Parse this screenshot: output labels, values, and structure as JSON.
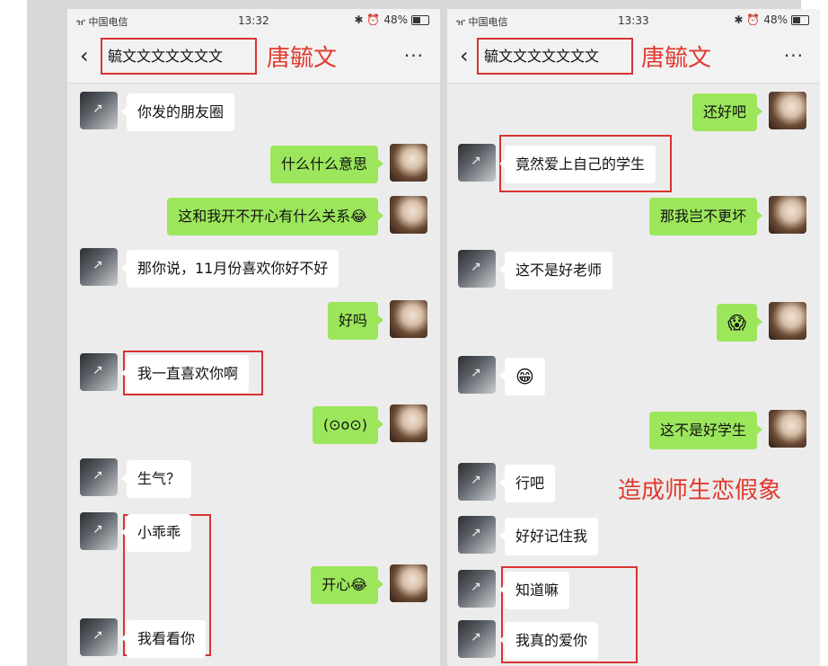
{
  "left": {
    "status": {
      "carrier": "ዠ 中国电信",
      "time": "13:32",
      "battery": "48%",
      "icons": "✱ ⏰"
    },
    "title": {
      "back": "‹",
      "contact_name": "毓文文文文文文文",
      "annotation": "唐毓文",
      "more": "···"
    },
    "messages": [
      {
        "side": "in",
        "text": "你发的朋友圈"
      },
      {
        "side": "out",
        "text": "什么什么意思"
      },
      {
        "side": "out",
        "text": "这和我开不开心有什么关系😂"
      },
      {
        "side": "in",
        "text": "那你说，11月份喜欢你好不好"
      },
      {
        "side": "out",
        "text": "好吗"
      },
      {
        "side": "in",
        "text": "我一直喜欢你啊"
      },
      {
        "side": "out",
        "text": "(⊙o⊙)"
      },
      {
        "side": "in",
        "text": "生气？"
      },
      {
        "side": "in",
        "text": "小乖乖"
      },
      {
        "side": "out",
        "text": "开心😂"
      },
      {
        "side": "in",
        "text": "我看看你"
      }
    ]
  },
  "right": {
    "status": {
      "carrier": "ዠ 中国电信",
      "time": "13:33",
      "battery": "48%",
      "icons": "✱ ⏰"
    },
    "title": {
      "back": "‹",
      "contact_name": "毓文文文文文文文",
      "annotation": "唐毓文",
      "more": "···"
    },
    "annotation_mid": "造成师生恋假象",
    "messages": [
      {
        "side": "out",
        "text": "还好吧"
      },
      {
        "side": "in",
        "text": "竟然爱上自己的学生"
      },
      {
        "side": "out",
        "text": "那我岂不更坏"
      },
      {
        "side": "in",
        "text": "这不是好老师"
      },
      {
        "side": "out",
        "text": "😱"
      },
      {
        "side": "in",
        "text": "😁"
      },
      {
        "side": "out",
        "text": "这不是好学生"
      },
      {
        "side": "in",
        "text": "行吧"
      },
      {
        "side": "in",
        "text": "好好记住我"
      },
      {
        "side": "in",
        "text": "知道嘛"
      },
      {
        "side": "in",
        "text": "我真的爱你"
      }
    ]
  }
}
